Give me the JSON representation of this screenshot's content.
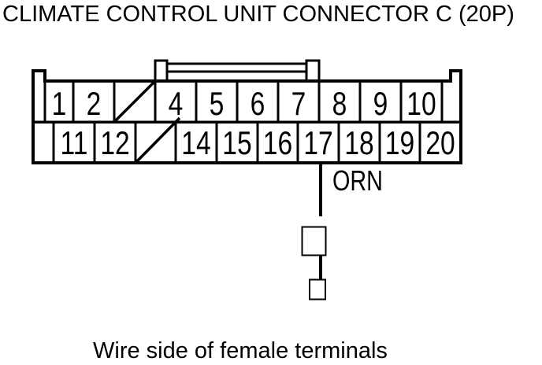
{
  "title": "CLIMATE CONTROL UNIT CONNECTOR C (20P)",
  "caption": "Wire side of female terminals",
  "wire": {
    "color_label": "ORN",
    "from_pin": "17"
  },
  "connector": {
    "top_row_labels": [
      "1",
      "2",
      "",
      "4",
      "5",
      "6",
      "7",
      "8",
      "9",
      "10"
    ],
    "bottom_row_labels": [
      "11",
      "12",
      "",
      "14",
      "15",
      "16",
      "17",
      "18",
      "19",
      "20"
    ],
    "missing_pins": [
      "3",
      "13"
    ]
  },
  "colors": {
    "line": "#000000",
    "background": "#ffffff"
  }
}
